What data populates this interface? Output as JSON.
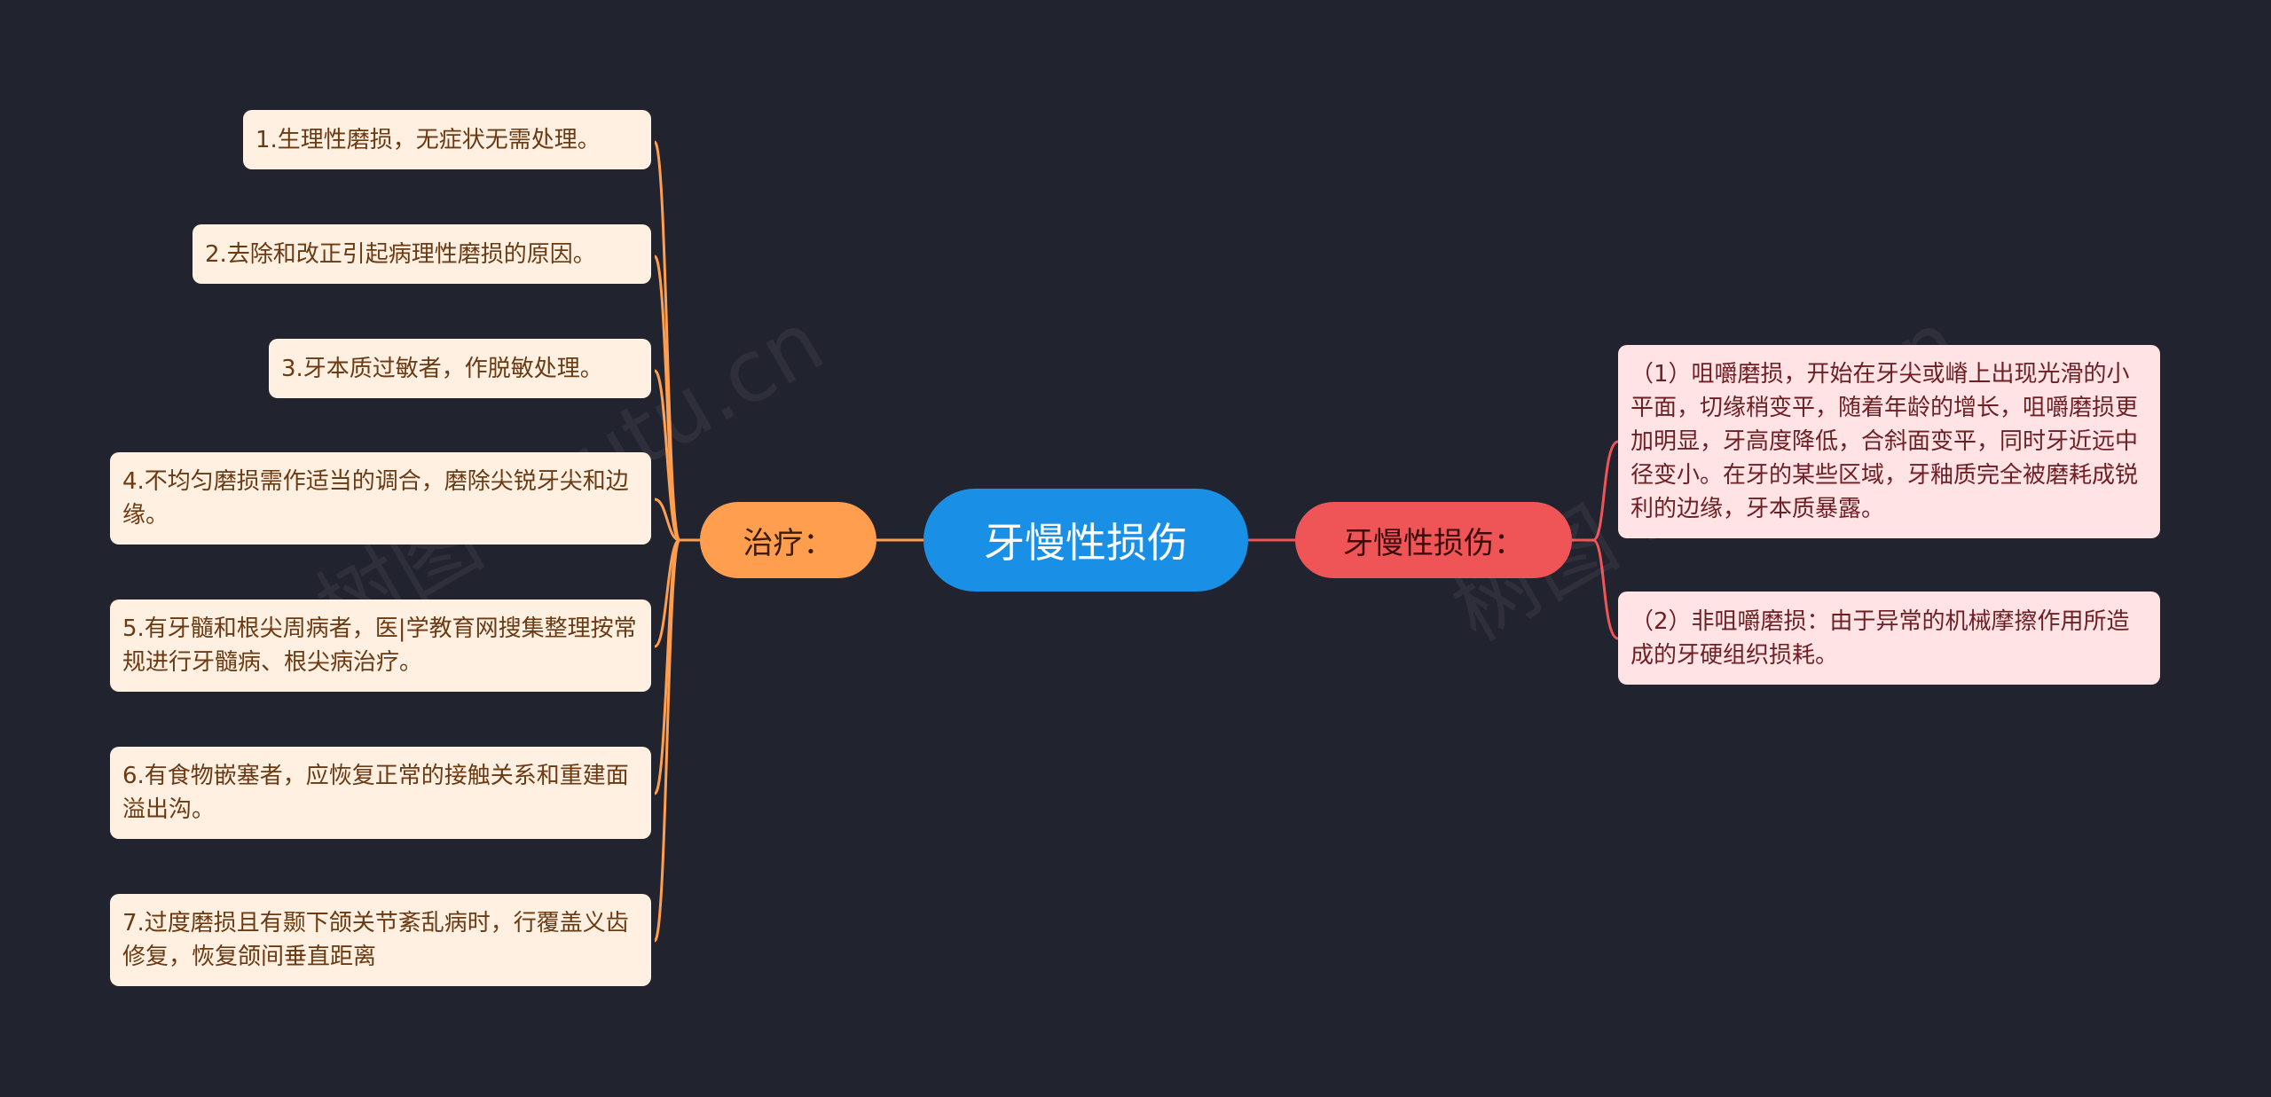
{
  "root": {
    "label": "牙慢性损伤"
  },
  "left_branch": {
    "label": "治疗：",
    "items": [
      "1.生理性磨损，无症状无需处理。",
      "2.去除和改正引起病理性磨损的原因。",
      "3.牙本质过敏者，作脱敏处理。",
      "4.不均匀磨损需作适当的调合，磨除尖锐牙尖和边缘。",
      "5.有牙髓和根尖周病者，医|学教育网搜集整理按常规进行牙髓病、根尖病治疗。",
      "6.有食物嵌塞者，应恢复正常的接触关系和重建面溢出沟。",
      "7.过度磨损且有颞下颌关节紊乱病时，行覆盖义齿修复，恢复颌间垂直距离"
    ]
  },
  "right_branch": {
    "label": "牙慢性损伤：",
    "items": [
      "（1）咀嚼磨损，开始在牙尖或嵴上出现光滑的小平面，切缘稍变平，随着年龄的增长，咀嚼磨损更加明显，牙高度降低，合斜面变平，同时牙近远中径变小。在牙的某些区域，牙釉质完全被磨耗成锐利的边缘，牙本质暴露。",
      "（2）非咀嚼磨损：由于异常的机械摩擦作用所造成的牙硬组织损耗。"
    ]
  },
  "watermark": "树图 shutu.cn",
  "colors": {
    "background": "#21232f",
    "root": "#1a8fe6",
    "left_branch": "#ff9e4f",
    "right_branch": "#ef5457",
    "left_leaf": "#fff0e2",
    "right_leaf": "#ffe3e5"
  }
}
